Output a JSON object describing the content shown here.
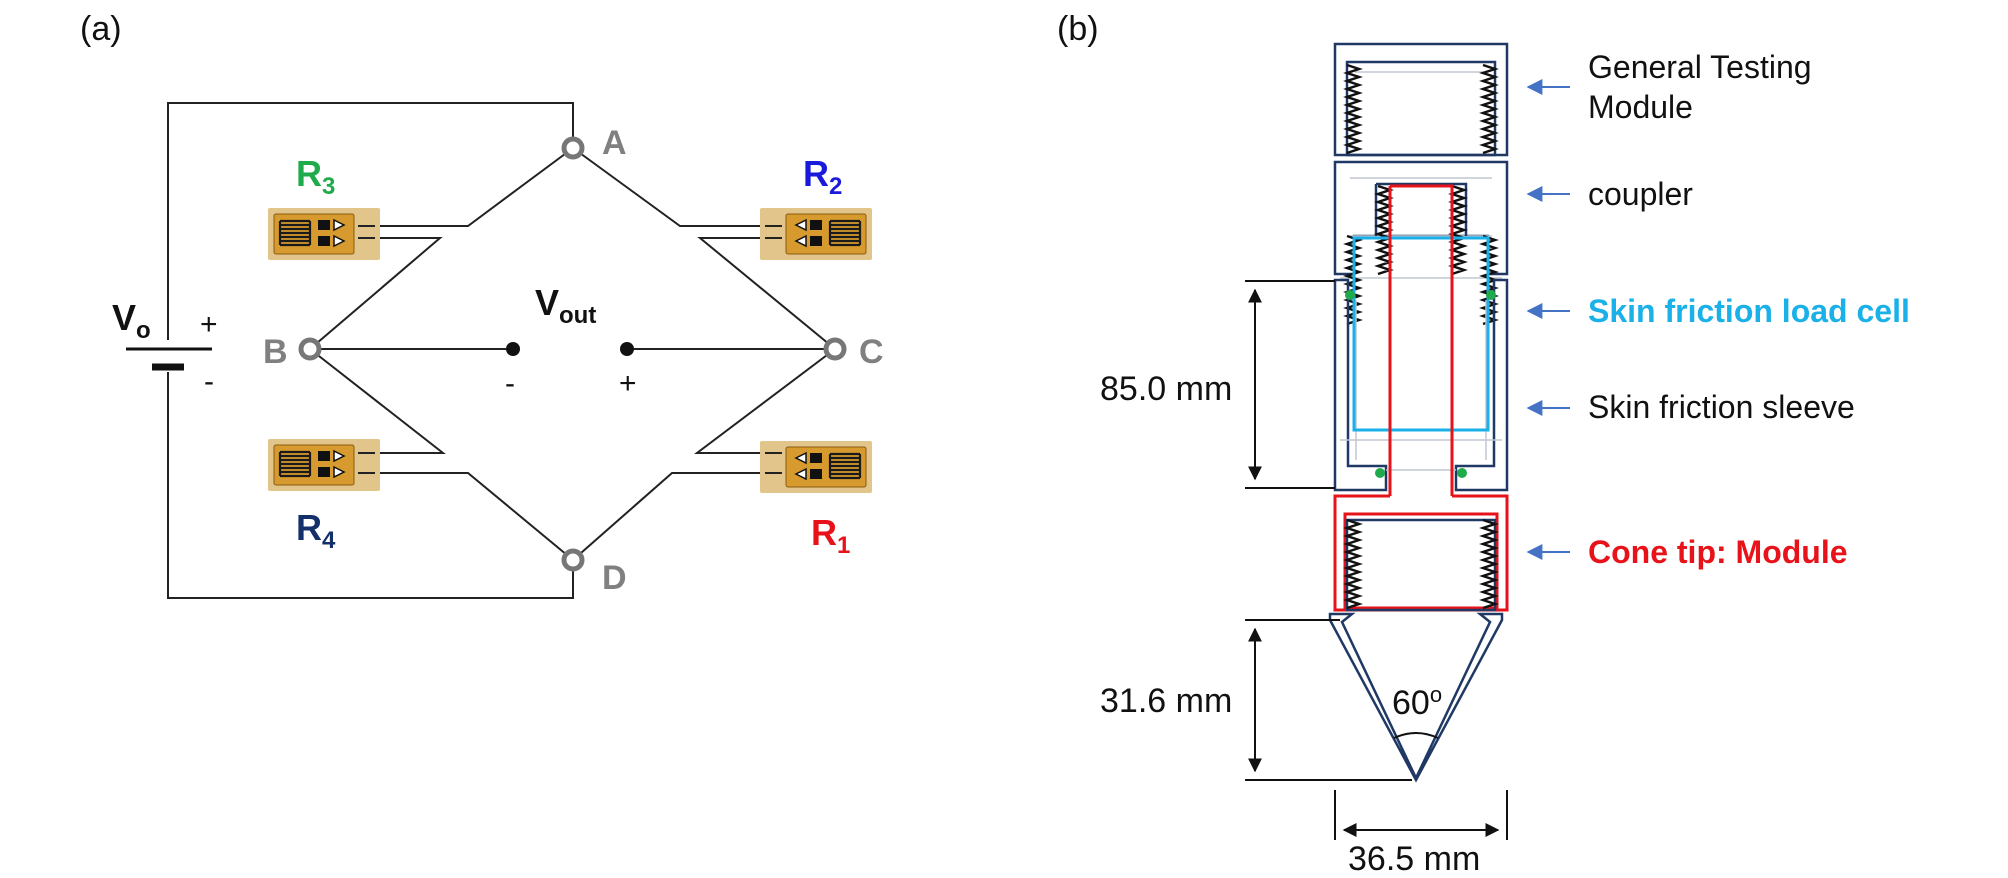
{
  "panel_a": {
    "label": "(a)",
    "nodes": {
      "a": "A",
      "b": "B",
      "c": "C",
      "d": "D"
    },
    "resistors": {
      "r1": {
        "main": "R",
        "sub": "1",
        "color": "#e8131a"
      },
      "r2": {
        "main": "R",
        "sub": "2",
        "color": "#1a1adc"
      },
      "r3": {
        "main": "R",
        "sub": "3",
        "color": "#1faa4b"
      },
      "r4": {
        "main": "R",
        "sub": "4",
        "color": "#14306a"
      }
    },
    "source": {
      "main": "V",
      "sub": "o",
      "plus": "+",
      "minus": "-"
    },
    "output": {
      "main": "V",
      "sub": "out",
      "minus": "-",
      "plus": "+"
    }
  },
  "panel_b": {
    "label": "(b)",
    "annotations": {
      "general_testing_line1": "General Testing",
      "general_testing_line2": "Module",
      "coupler": "coupler",
      "skin_friction_load_cell": "Skin friction load cell",
      "skin_friction_sleeve": "Skin friction sleeve",
      "cone_tip_module": "Cone tip: Module"
    },
    "colors": {
      "arrow": "#4472c4",
      "load_cell": "#1ab0e8",
      "cone_tip": "#e8131a",
      "housing": "#1f3864",
      "sensor_dot": "#1faa4b"
    },
    "dimensions": {
      "sleeve_length": "85.0 mm",
      "cone_length": "31.6 mm",
      "diameter": "36.5 mm",
      "cone_angle": "60",
      "cone_angle_unit": "o"
    }
  }
}
